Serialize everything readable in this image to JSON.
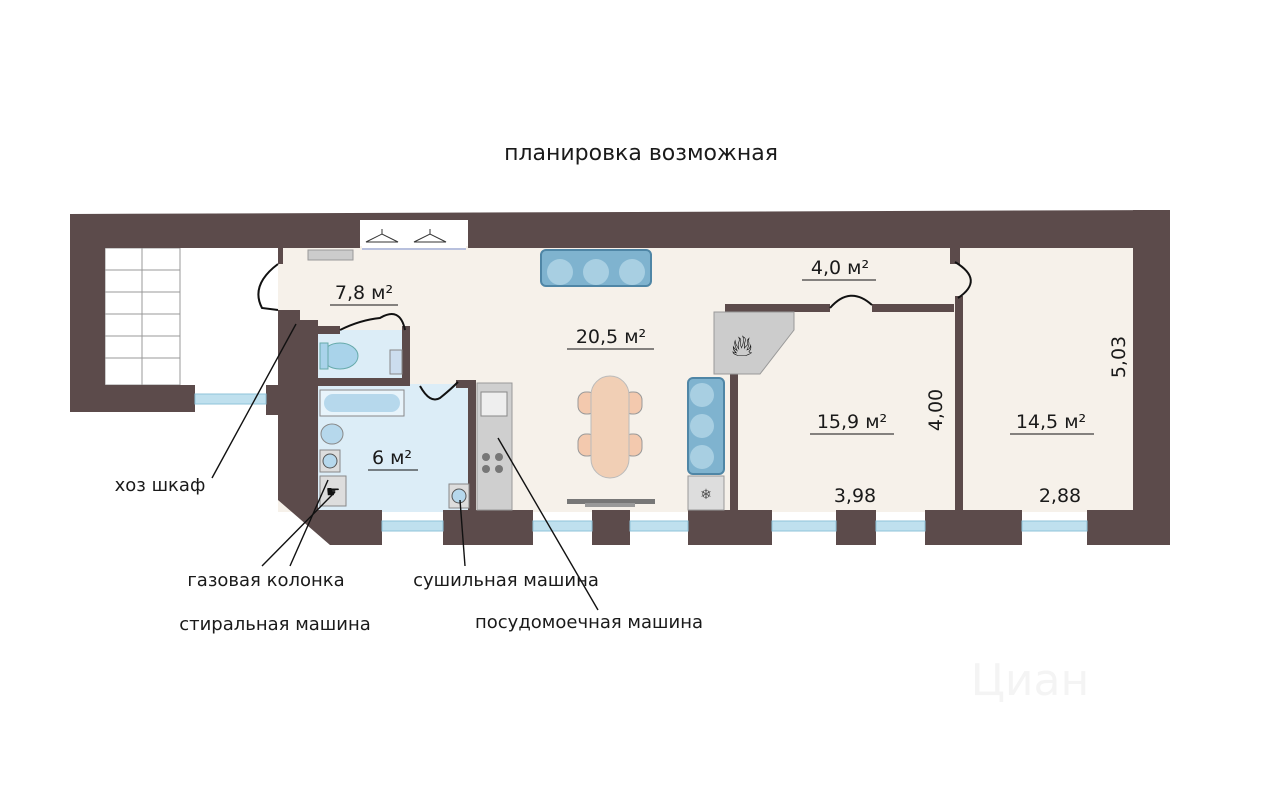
{
  "title": "планировка возможная",
  "rooms": {
    "hall": "7,8 м²",
    "living": "20,5 м²",
    "bath": "6 м²",
    "corridor": "4,0 м²",
    "bedroom1": "15,9 м²",
    "bedroom2": "14,5 м²"
  },
  "dimensions": {
    "bedroom1_width": "3,98",
    "bedroom1_depth": "4,00",
    "bedroom2_width": "2,88",
    "bedroom2_depth": "5,03"
  },
  "labels": {
    "utility_closet": "хоз шкаф",
    "gas_heater": "газовая колонка",
    "washer": "стиральная машина",
    "dryer": "сушильная машина",
    "dishwasher": "посудомоечная машина"
  },
  "watermark": "Циан",
  "colors": {
    "wall": "#5c4b4b",
    "floor": "#f6f1ea",
    "wet": "#dcedf7",
    "furniture": "#7fb3cf"
  }
}
